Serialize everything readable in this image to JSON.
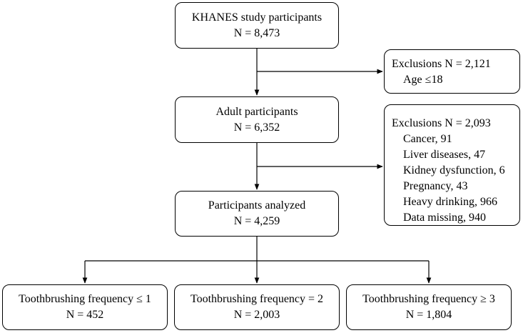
{
  "flowchart": {
    "study_box": {
      "title": "KHANES study participants",
      "count": "N = 8,473"
    },
    "exclusion_age_box": {
      "title": "Exclusions N = 2,121",
      "items": [
        "Age ≤18"
      ]
    },
    "adult_box": {
      "title": "Adult participants",
      "count": "N = 6,352"
    },
    "exclusion_conditions_box": {
      "title": "Exclusions N = 2,093",
      "items": [
        "Cancer, 91",
        "Liver diseases, 47",
        "Kidney dysfunction, 6",
        "Pregnancy, 43",
        "Heavy drinking, 966",
        "Data missing, 940"
      ]
    },
    "analyzed_box": {
      "title": "Participants analyzed",
      "count": "N = 4,259"
    },
    "groups": [
      {
        "title": "Toothbrushing frequency ≤ 1",
        "count": "N = 452"
      },
      {
        "title": "Toothbrushing frequency = 2",
        "count": "N = 2,003"
      },
      {
        "title": "Toothbrushing frequency ≥ 3",
        "count": "N = 1,804"
      }
    ]
  },
  "colors": {
    "stroke": "#000000",
    "background": "#ffffff"
  }
}
